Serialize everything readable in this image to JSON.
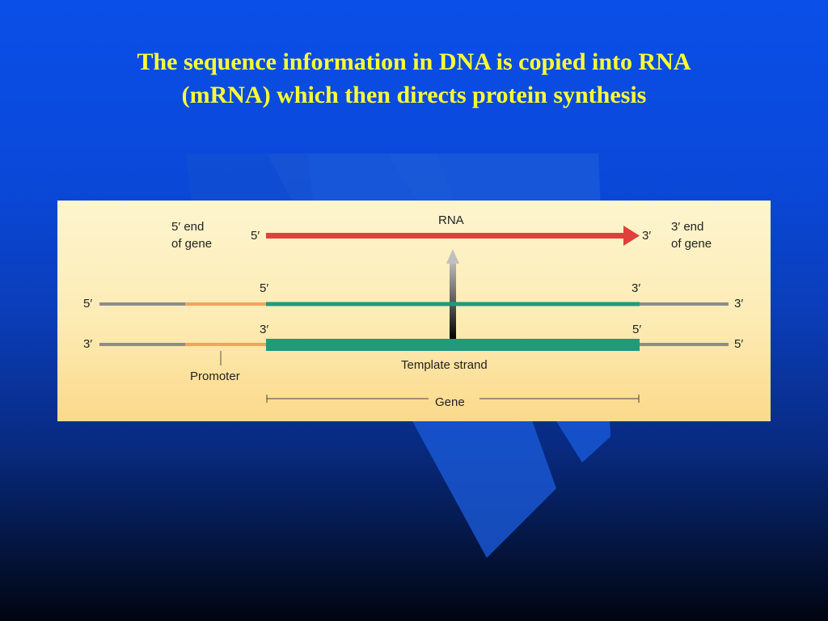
{
  "slide": {
    "title_line1": "The sequence information in DNA is copied into RNA",
    "title_line2": "(mRNA) which then directs protein synthesis"
  },
  "diagram": {
    "rna_label": "RNA",
    "five_end_line1": "5′ end",
    "five_end_line2": "of gene",
    "three_end_line1": "3′ end",
    "three_end_line2": "of gene",
    "rna_5": "5′",
    "rna_3": "3′",
    "coding_gene_start": "5′",
    "coding_gene_end": "3′",
    "coding_left": "5′",
    "coding_right": "3′",
    "template_gene_start": "3′",
    "template_gene_end": "5′",
    "template_left": "3′",
    "template_right": "5′",
    "promoter_label": "Promoter",
    "template_strand_label": "Template strand",
    "gene_label": "Gene"
  },
  "colors": {
    "rna": "#e0403c",
    "gene_strand": "#1f9a7c",
    "promoter": "#f2a35e",
    "flank": "#8c8c8c",
    "title": "#ffff33"
  }
}
